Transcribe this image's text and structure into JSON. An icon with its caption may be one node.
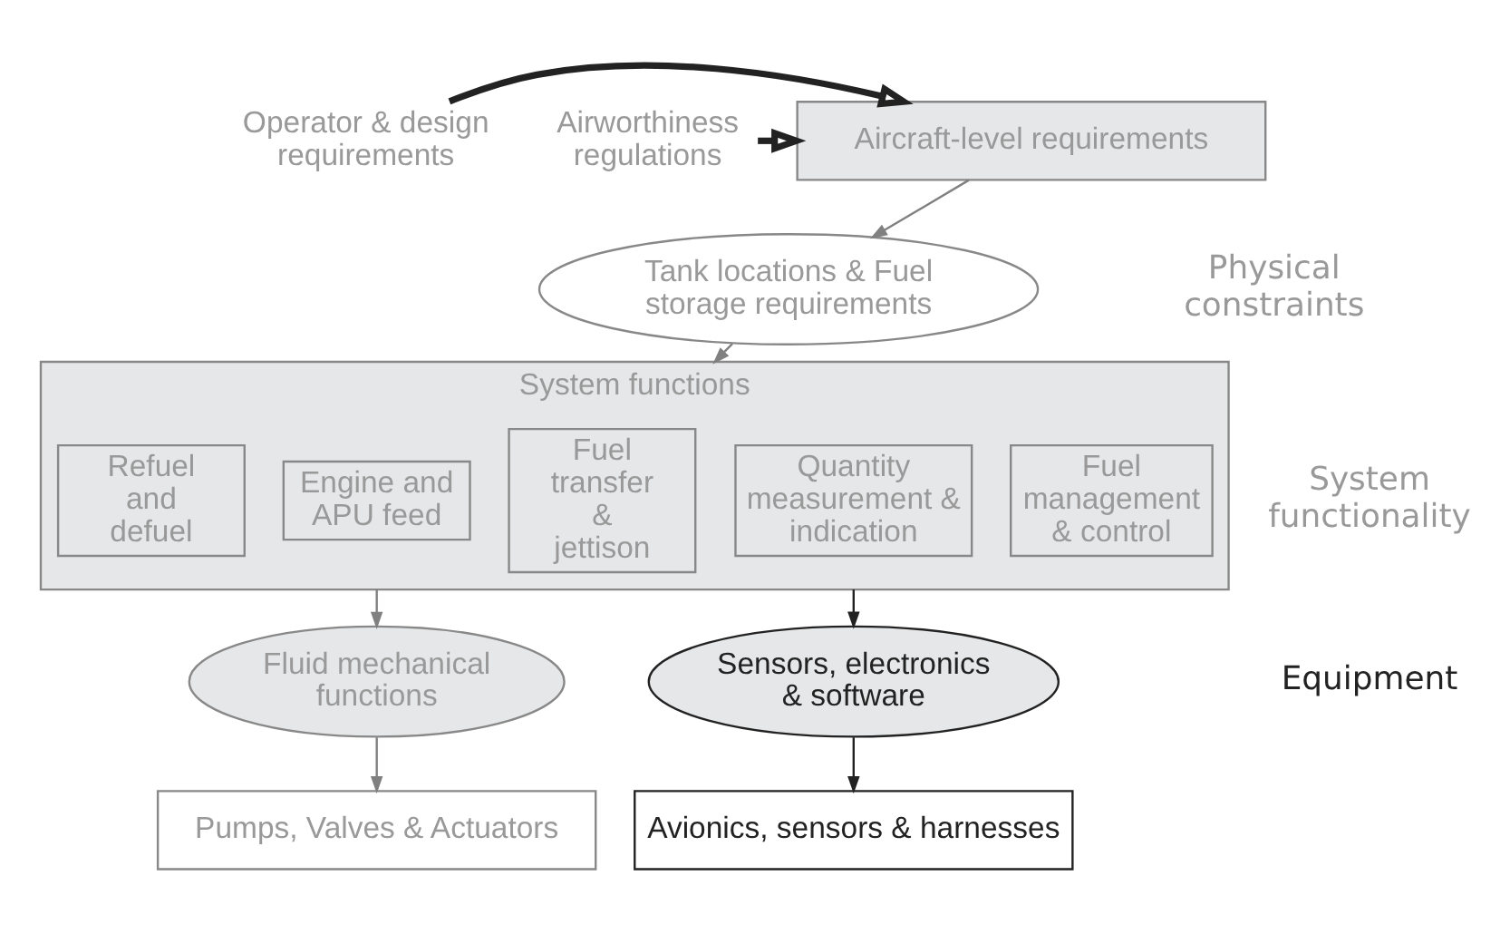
{
  "diagram": {
    "nodes": [
      {
        "text": [
          "Operator & design requirements"
        ]
      },
      {
        "text": [
          "Aircraft-level requirements"
        ]
      },
      {
        "text": [
          "Airworthiness regulations"
        ]
      },
      {
        "text": [
          "Tank locations & Fuel storage requirements"
        ]
      },
      {
        "text": [
          "System functions"
        ]
      },
      {
        "text": [
          "Refuel and defuel"
        ],
        "in": 4
      },
      {
        "text": [
          "Engine and APU feed"
        ],
        "in": 4
      },
      {
        "text": [
          "Fuel transfer & jettison"
        ],
        "in": 4
      },
      {
        "text": [
          "Quantity measurement & indication"
        ],
        "in": 4
      },
      {
        "text": [
          "Fuel management & control"
        ],
        "in": 4
      },
      {
        "text": [
          "Fluid mechanical functions"
        ]
      },
      {
        "text": [
          "Sensors, electronics & software"
        ]
      },
      {
        "text": [
          "Pumps, Valves & Actuators"
        ]
      },
      {
        "text": [
          "Avionics, sensors & harnesses"
        ]
      }
    ],
    "edges": [
      {
        "from": 0,
        "to": 1,
        "arrow": "to",
        "style": "thick",
        "color": "#222222"
      },
      {
        "from": 2,
        "to": 1,
        "arrow": "to",
        "style": "thick",
        "color": "#222222"
      },
      {
        "from": 1,
        "to": 3,
        "arrow": "to",
        "color": "#808080"
      },
      {
        "from": 3,
        "to": 4,
        "arrow": "to",
        "color": "#808080"
      },
      {
        "from": 4,
        "to": 10,
        "arrow": "to",
        "color": "#808080"
      },
      {
        "from": 4,
        "to": 11,
        "arrow": "to",
        "color": "#222222"
      },
      {
        "from": 10,
        "to": 12,
        "arrow": "to",
        "color": "#808080"
      },
      {
        "from": 11,
        "to": 13,
        "arrow": "to",
        "color": "#222222"
      }
    ],
    "labels": [
      "Physical constraints",
      "System functionality",
      "Equipment"
    ]
  }
}
